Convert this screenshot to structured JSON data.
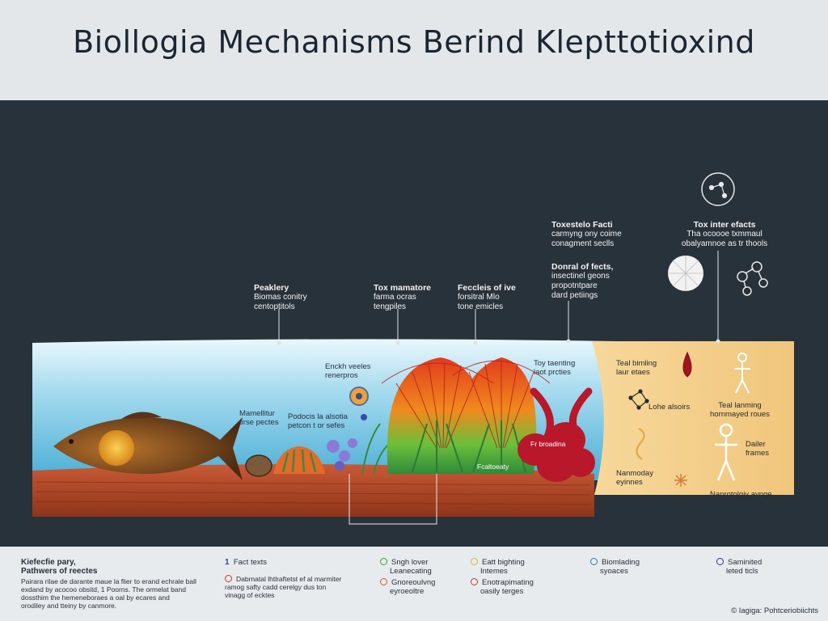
{
  "title": "Biollogia Mechanisms Berind Klepttotioxind",
  "callouts": [
    {
      "id": "c1",
      "title": "Peaklery",
      "lines": [
        "Biomas conitry",
        "centoptitols"
      ]
    },
    {
      "id": "c2",
      "title": "Tox mamatore",
      "lines": [
        "farma ocras",
        "tengpiles"
      ]
    },
    {
      "id": "c3",
      "title": "Feccleis of ive",
      "lines": [
        "forsitral Mlo",
        "tone emicles"
      ]
    },
    {
      "id": "c4",
      "title": "Toxestelo Facti",
      "lines": [
        "carmyng ony coime",
        "conagment seclls"
      ]
    },
    {
      "id": "c5",
      "title": "Donral of fects,",
      "lines": [
        "insectinel geons",
        "propotntpare",
        "dard petiings"
      ]
    },
    {
      "id": "c6",
      "title": "Tox inter efacts",
      "lines": [
        "Tha ocoooe txmmaul",
        "obalyamnoe as tr thools"
      ]
    }
  ],
  "water_labels": [
    {
      "id": "w1",
      "lines": [
        "Enckh veeles",
        "renerpros"
      ]
    },
    {
      "id": "w2",
      "lines": [
        "Mamellitur",
        "tirse pectes"
      ]
    },
    {
      "id": "w3",
      "lines": [
        "Podocis la alsotia",
        "petcon t or sefes"
      ]
    },
    {
      "id": "w4",
      "lines": [
        "Toy taenting",
        "laot prcties"
      ]
    },
    {
      "id": "w5",
      "lines": [
        "Fr broadina"
      ]
    },
    {
      "id": "w6",
      "lines": [
        "Fcaltoeaty"
      ]
    }
  ],
  "warm_labels": [
    {
      "id": "k1",
      "lines": [
        "Teal bimling",
        "laur etaes"
      ]
    },
    {
      "id": "k2",
      "lines": [
        "Lohe alsoirs"
      ]
    },
    {
      "id": "k3",
      "lines": [
        "Teal lanming",
        "hornmayed roues"
      ]
    },
    {
      "id": "k4",
      "lines": [
        "Nanmoday",
        "eyinnes"
      ]
    },
    {
      "id": "k5",
      "lines": [
        "Dailer",
        "frames"
      ]
    },
    {
      "id": "k6",
      "lines": [
        "Nanrotolgiy avnge"
      ]
    }
  ],
  "footer": {
    "intro": {
      "title": [
        "Kiefecfie pary,",
        "Pathwers of reectes"
      ],
      "lines": [
        "Pairara rilae de darante maue la flier to erand echrale ball",
        "exdand by acocoo obsitd, 1 Poorns. The ormelat band",
        "dossthim the hemeneboraes a oal by ecares and",
        "orodiley and tteiny by canmore."
      ]
    },
    "col1": {
      "title": "Fact texts",
      "body": [
        "Dabrnatal lhtlraftetst ef al marmiter",
        "ramog safty cadd cerelgy dus ton",
        "vinagg of ecktes"
      ]
    },
    "col2": {
      "items": [
        "Sngh lover",
        "Leanecating",
        "Gnoreoulvng",
        "eyroeoltre"
      ]
    },
    "col3": {
      "items": [
        "Eatt bighting",
        "Intemes",
        "Enotrapimating",
        "oasily terges"
      ]
    },
    "col4": {
      "items": [
        "Biomlading",
        "syoaces"
      ]
    },
    "col5": {
      "items": [
        "Saminited",
        "leted ticls"
      ]
    },
    "credit": "© Iagiga: Pohtceriobiichts"
  },
  "colors": {
    "panel": "#28323b",
    "water_top": "#e9f6fb",
    "water_bottom": "#55b8db",
    "warm": "#f5d38e",
    "sediment": "#b84a2b",
    "accent_red": "#c21f2a"
  }
}
